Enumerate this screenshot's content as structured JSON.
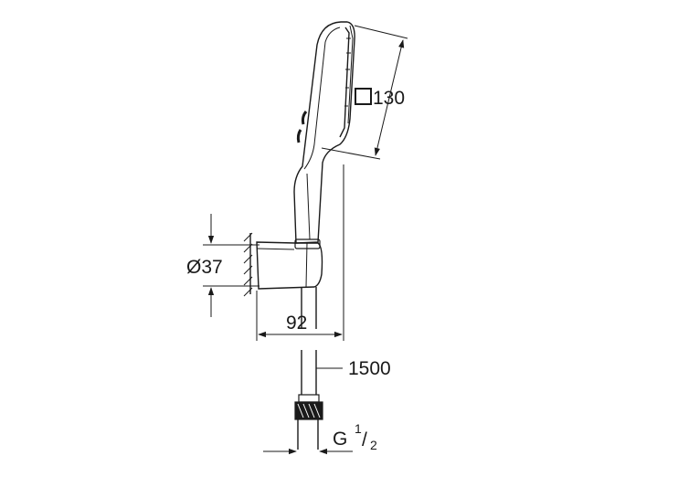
{
  "dimensions": {
    "head_size": "130",
    "holder_diameter": "Ø37",
    "projection": "92",
    "hose_length": "1500",
    "thread_prefix": "G",
    "thread_numerator": "1",
    "thread_slash": "/",
    "thread_denominator": "2"
  },
  "colors": {
    "line": "#1a1a1a",
    "background": "#ffffff"
  }
}
